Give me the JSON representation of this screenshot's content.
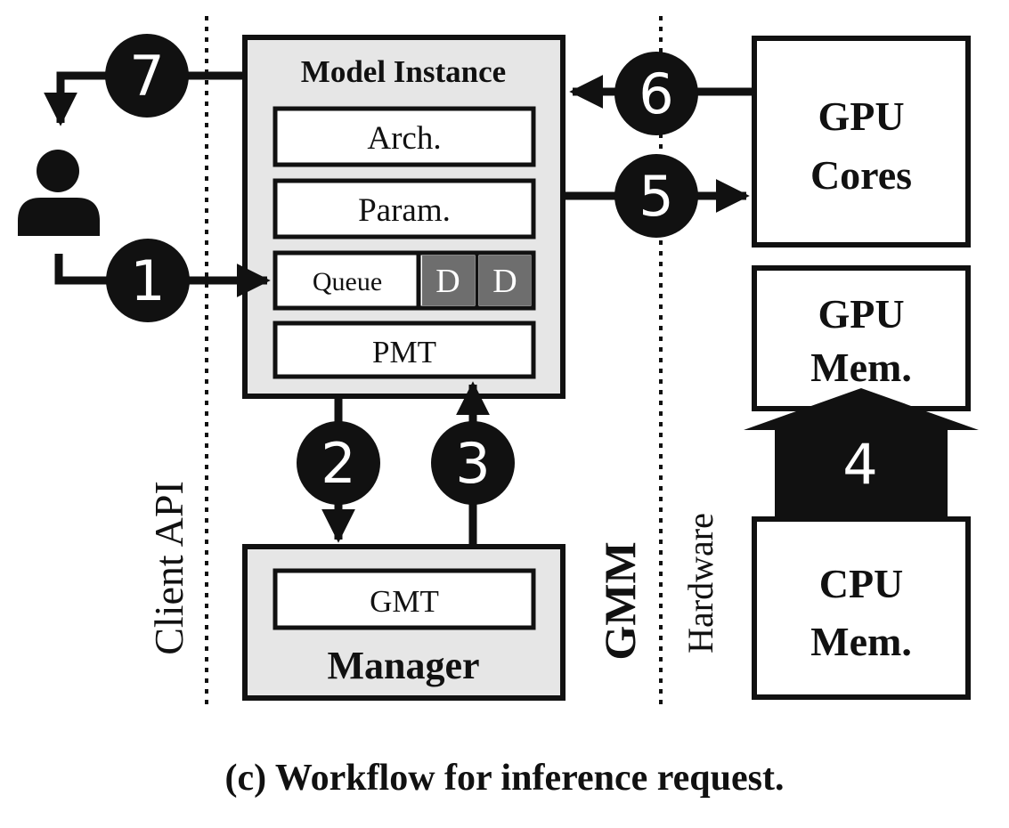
{
  "caption": "(c) Workflow for inference request.",
  "regions": {
    "client": "Client API",
    "gmm": "GMM",
    "hardware": "Hardware"
  },
  "model_instance": {
    "title": "Model Instance",
    "arch": "Arch.",
    "param": "Param.",
    "queue": "Queue",
    "queue_items": [
      "D",
      "D"
    ],
    "pmt": "PMT"
  },
  "manager": {
    "gmt": "GMT",
    "title": "Manager"
  },
  "hardware": {
    "gpu_cores": [
      "GPU",
      "Cores"
    ],
    "gpu_mem": [
      "GPU",
      "Mem."
    ],
    "cpu_mem": [
      "CPU",
      "Mem."
    ]
  },
  "steps": [
    "1",
    "2",
    "3",
    "4",
    "5",
    "6",
    "7"
  ],
  "icons": {
    "user": "user-icon"
  },
  "colors": {
    "box_fill": "#e6e6e6",
    "queue_item_fill": "#6e6e6e",
    "ink": "#111111"
  }
}
